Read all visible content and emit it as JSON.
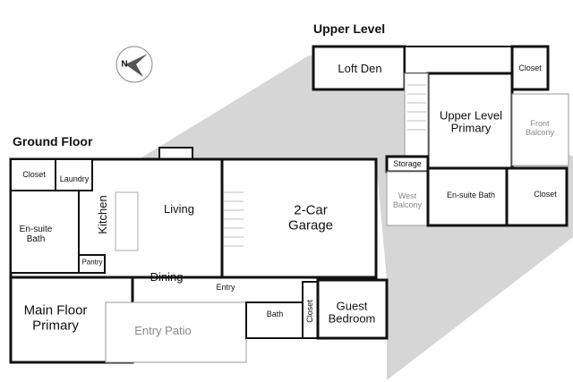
{
  "titles": {
    "ground": "Ground Floor",
    "upper": "Upper Level"
  },
  "compass": {
    "label": "N"
  },
  "ground_rooms": {
    "closet": "Closet",
    "laundry": "Laundry",
    "kitchen": "Kitchen",
    "ensuite_bath": "En-suite Bath",
    "pantry": "Pantry",
    "living": "Living",
    "garage": "2-Car Garage",
    "dining": "Dining",
    "entry": "Entry",
    "main_primary": "Main Floor Primary",
    "entry_patio": "Entry Patio",
    "bath": "Bath",
    "closet2": "Closet",
    "guest_bedroom": "Guest Bedroom"
  },
  "upper_rooms": {
    "loft_den": "Loft Den",
    "closet": "Closet",
    "upper_primary": "Upper Level Primary",
    "front_balcony": "Front Balcony",
    "storage": "Storage",
    "west_balcony": "West Balcony",
    "ensuite_bath": "En-suite Bath",
    "closet2": "Closet"
  },
  "colors": {
    "projection": "#d6d6d6",
    "wall": "#111111",
    "outdoor_text": "#888888"
  }
}
